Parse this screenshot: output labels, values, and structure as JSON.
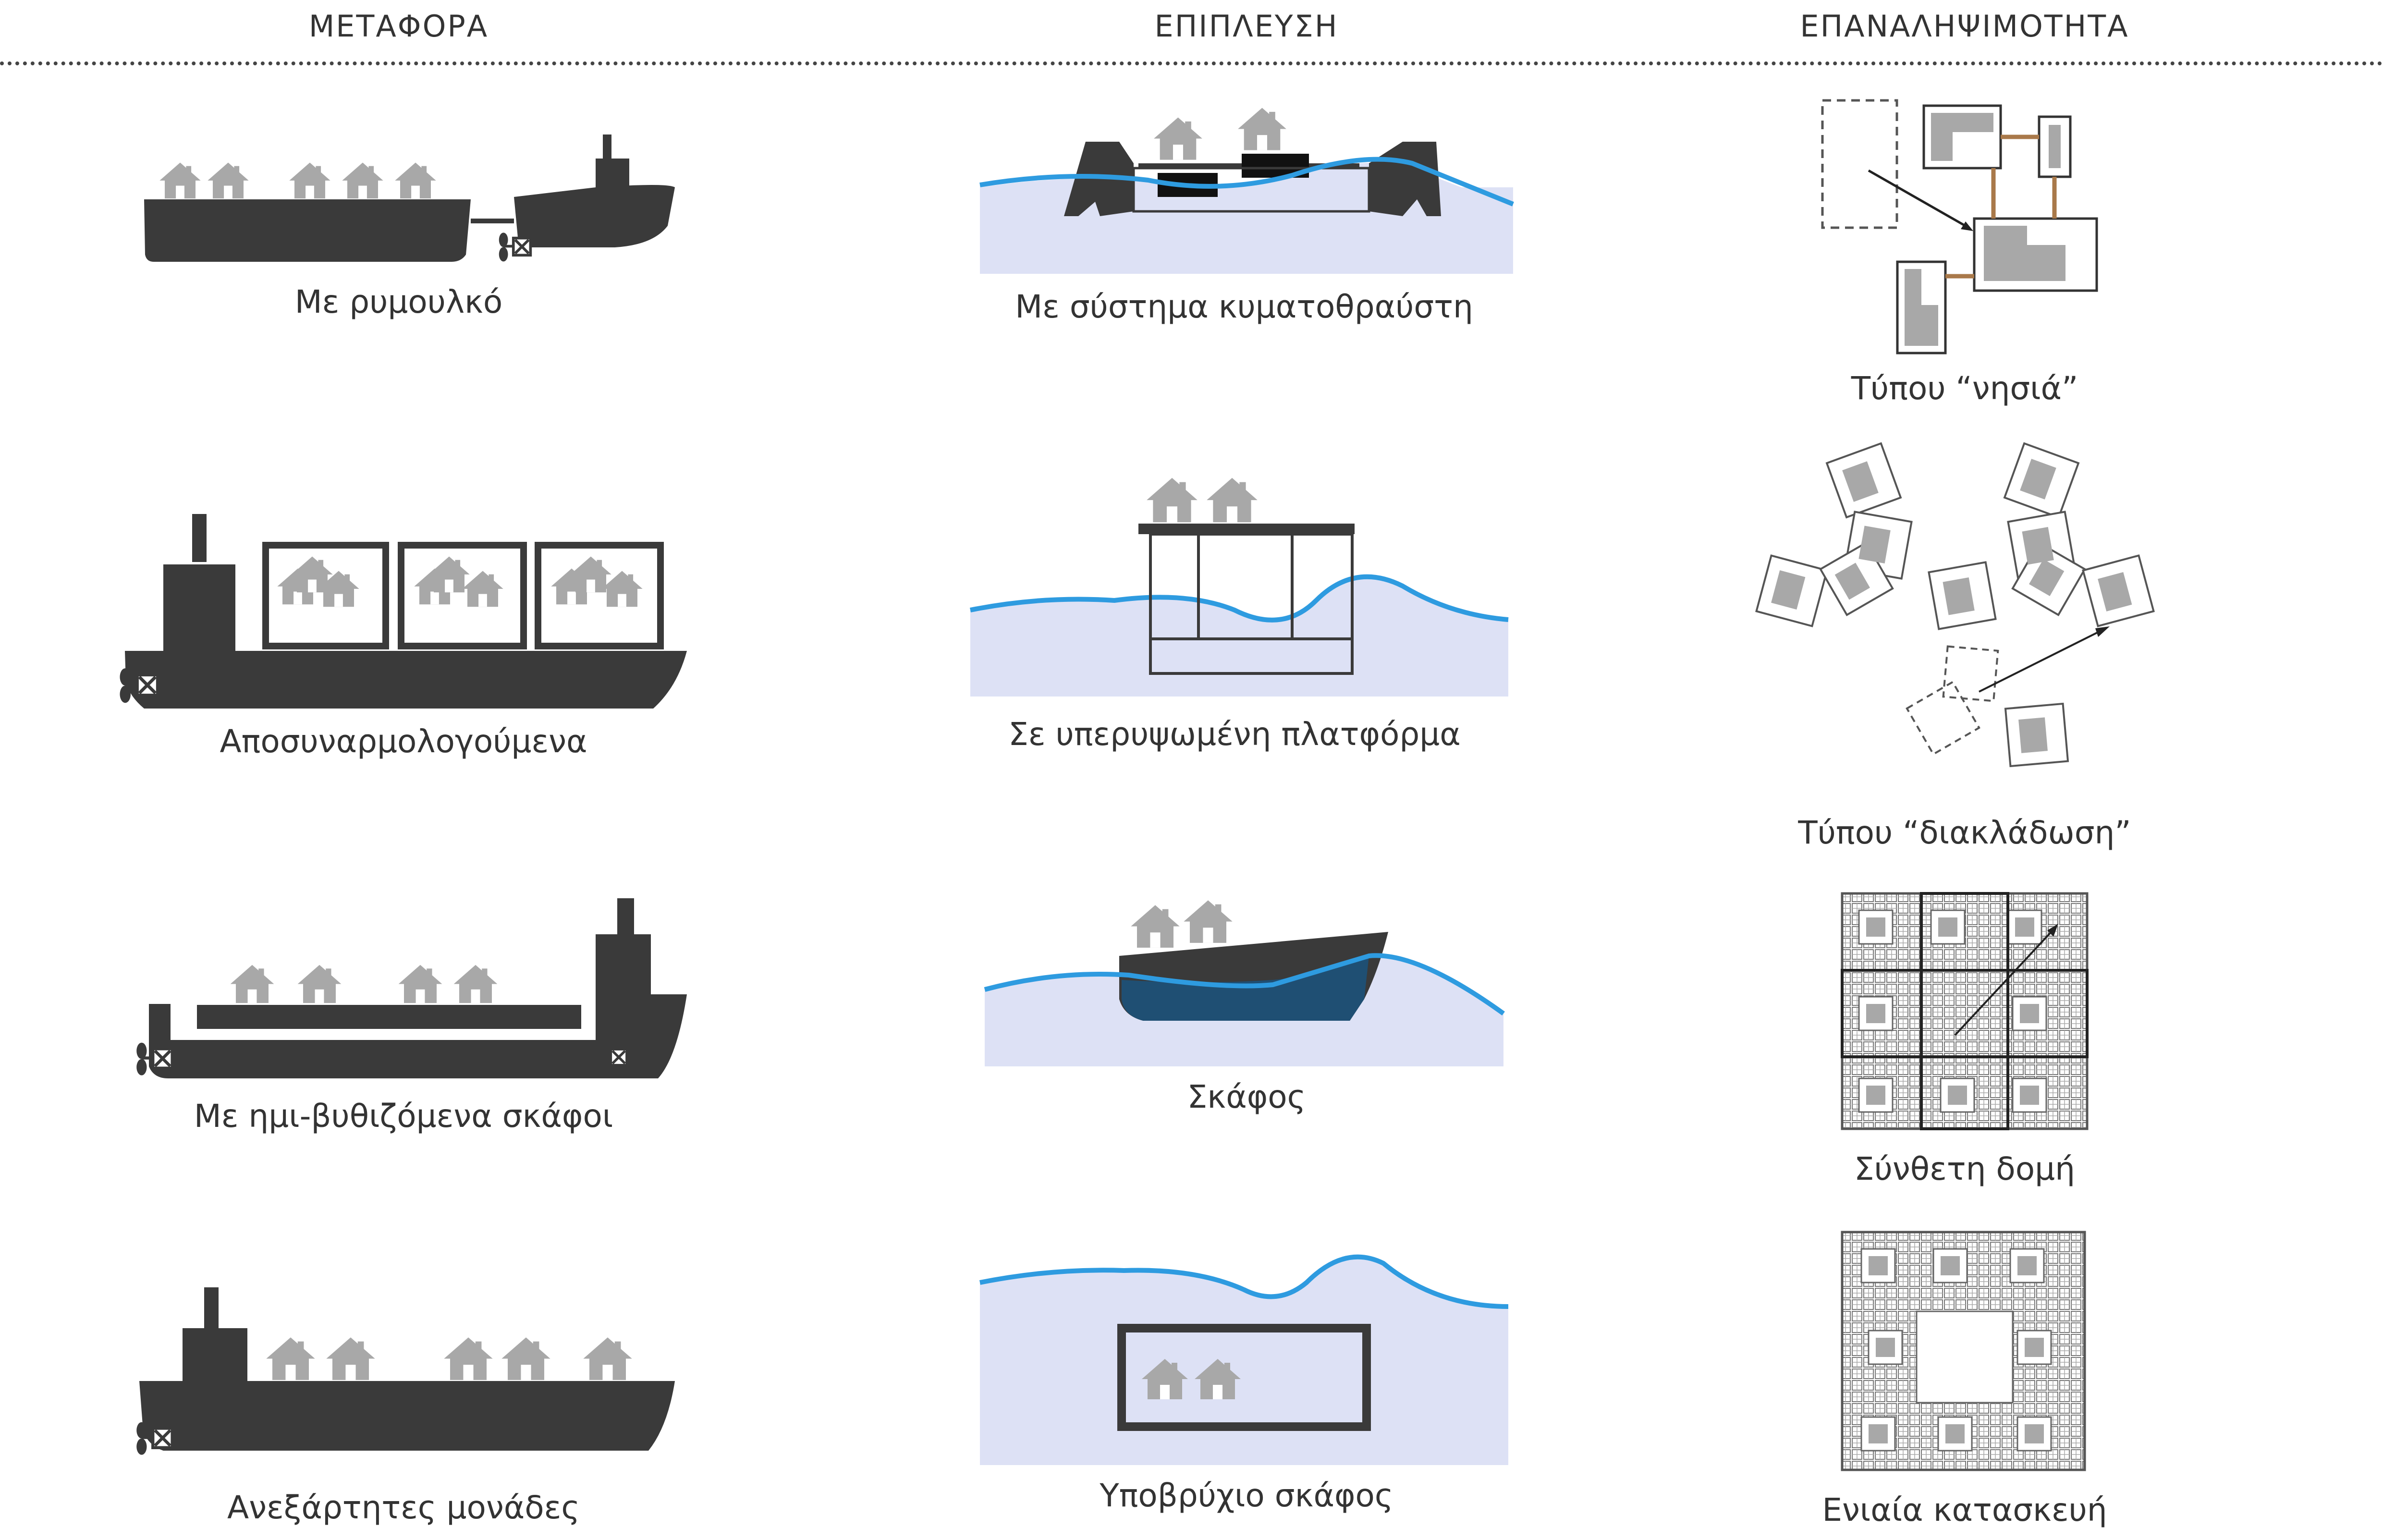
{
  "headers": {
    "transport": "ΜΕΤΑΦΟΡΑ",
    "floating": "ΕΠΙΠΛΕΥΣΗ",
    "repeatability": "ΕΠΑΝΑΛΗΨΙΜΟΤΗΤΑ"
  },
  "transport": [
    {
      "label": "Με ρυμουλκό",
      "icon": "tugboat-towing-barge"
    },
    {
      "label": "Αποσυναρμολογούμενα",
      "icon": "container-ship"
    },
    {
      "label": "Με ημι-βυθιζόμενα σκάφοι",
      "icon": "semi-submersible-ship"
    },
    {
      "label": "Ανεξάρτητες μονάδες",
      "icon": "cargo-ship-houses"
    }
  ],
  "floating": [
    {
      "label": "Με σύστημα κυματοθραύστη",
      "icon": "breakwater-platform"
    },
    {
      "label": "Σε υπερυψωμένη πλατφόρμα",
      "icon": "elevated-platform"
    },
    {
      "label": "Σκάφος",
      "icon": "hull-vessel"
    },
    {
      "label": "Υποβρύχιο σκάφος",
      "icon": "submerged-vessel"
    }
  ],
  "repeatability": [
    {
      "label": "Τύπου “νησιά”",
      "icon": "island-type-plan"
    },
    {
      "label": "Τύπου “διακλάδωση”",
      "icon": "branching-type-plan"
    },
    {
      "label": "Σύνθετη δομή",
      "icon": "composite-grid-plan"
    },
    {
      "label": "Ενιαία κατασκευή",
      "icon": "unified-block-plan"
    }
  ],
  "colors": {
    "ship": "#3a3a3a",
    "house": "#a8a8a8",
    "water": "#dde1f5",
    "wave": "#2e9be0",
    "submerged": "#1f4f73",
    "link": "#a9794a",
    "outline": "#333333"
  }
}
